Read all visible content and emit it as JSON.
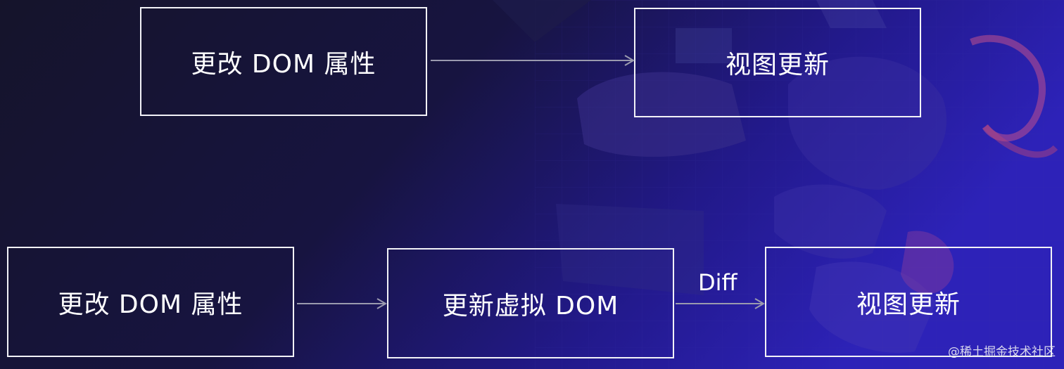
{
  "diagram": {
    "top_row": {
      "source_label": "更改 DOM 属性",
      "target_label": "视图更新"
    },
    "bottom_row": {
      "source_label": "更改 DOM 属性",
      "middle_label": "更新虚拟 DOM",
      "diff_label": "Diff",
      "target_label": "视图更新"
    }
  },
  "watermark": "@稀土掘金技术社区",
  "colors": {
    "background_dark": "#121126",
    "background_accent": "#2a1fa8",
    "box_border": "#f2f2f7",
    "arrow": "#9a9aae",
    "text": "#ffffff"
  }
}
